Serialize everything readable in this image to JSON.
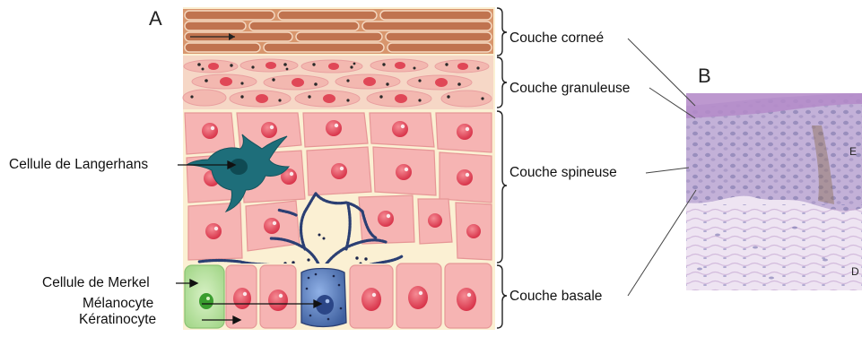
{
  "panels": {
    "a": "A",
    "b": "B"
  },
  "layers": {
    "cornee": "Couche corneé",
    "granuleuse": "Couche granuleuse",
    "spineuse": "Couche spineuse",
    "basale": "Couche basale"
  },
  "cells": {
    "langerhans": "Cellule de Langerhans",
    "merkel": "Cellule de Merkel",
    "melanocyte": "Mélanocyte",
    "keratinocyte": "Kératinocyte"
  },
  "micrograph": {
    "label_e": "E",
    "label_d": "D"
  },
  "colors": {
    "stratum_corneum": "#c0734f",
    "granular_bg": "#f3c9bd",
    "cell_fill": "#f6b4b3",
    "cell_border": "#e89b9b",
    "nucleus": "#e04757",
    "interstitial": "#fbf0d3",
    "langerhans": "#1e6e7a",
    "melanocyte": "#4b6fb3",
    "merkel": "#b9e3a2",
    "histology_epidermis": "#c9b3da",
    "histology_dermis": "#e9ddef"
  }
}
